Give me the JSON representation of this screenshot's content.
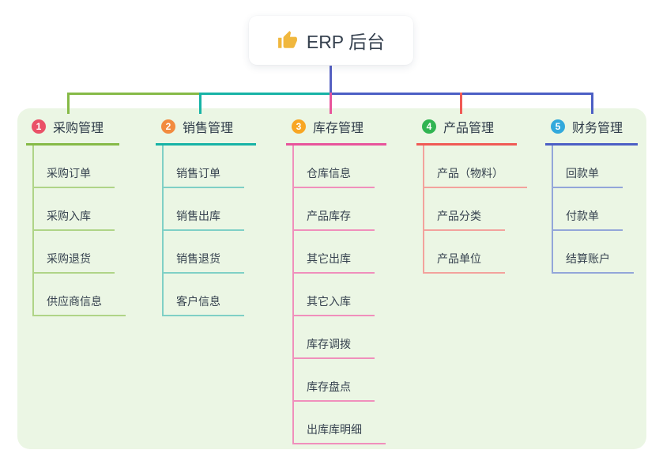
{
  "root": {
    "icon": "thumbs-up",
    "label": "ERP 后台"
  },
  "theme": {
    "panel_bg": "#ebf6e4",
    "stem_color": "#5560c2",
    "root_text_color": "#36414f",
    "icon_color": "#f0b73d"
  },
  "connector": {
    "segments": [
      {
        "name": "left",
        "color": "#86ba47"
      },
      {
        "name": "mid",
        "color": "#17b3a6"
      },
      {
        "name": "right",
        "color": "#4c5fc5"
      }
    ]
  },
  "branches": [
    {
      "num": "1",
      "label": "采购管理",
      "badge_color": "#ea5168",
      "line_color": "#86ba47",
      "child_line_color": "#afd487",
      "children": [
        "采购订单",
        "采购入库",
        "采购退货",
        "供应商信息"
      ]
    },
    {
      "num": "2",
      "label": "销售管理",
      "badge_color": "#f28b3f",
      "line_color": "#17b3a6",
      "child_line_color": "#7fd0c6",
      "children": [
        "销售订单",
        "销售出库",
        "销售退货",
        "客户信息"
      ]
    },
    {
      "num": "3",
      "label": "库存管理",
      "badge_color": "#f8a623",
      "line_color": "#e8549b",
      "child_line_color": "#f08fbc",
      "children": [
        "仓库信息",
        "产品库存",
        "其它出库",
        "其它入库",
        "库存调拨",
        "库存盘点",
        "出库库明细"
      ]
    },
    {
      "num": "4",
      "label": "产品管理",
      "badge_color": "#30b451",
      "line_color": "#f05a55",
      "child_line_color": "#f3a29d",
      "children": [
        "产品（物料）",
        "产品分类",
        "产品单位"
      ]
    },
    {
      "num": "5",
      "label": "财务管理",
      "badge_color": "#32a9dc",
      "line_color": "#4c5fc5",
      "child_line_color": "#93a6d9",
      "children": [
        "回款单",
        "付款单",
        "结算账户"
      ]
    }
  ]
}
